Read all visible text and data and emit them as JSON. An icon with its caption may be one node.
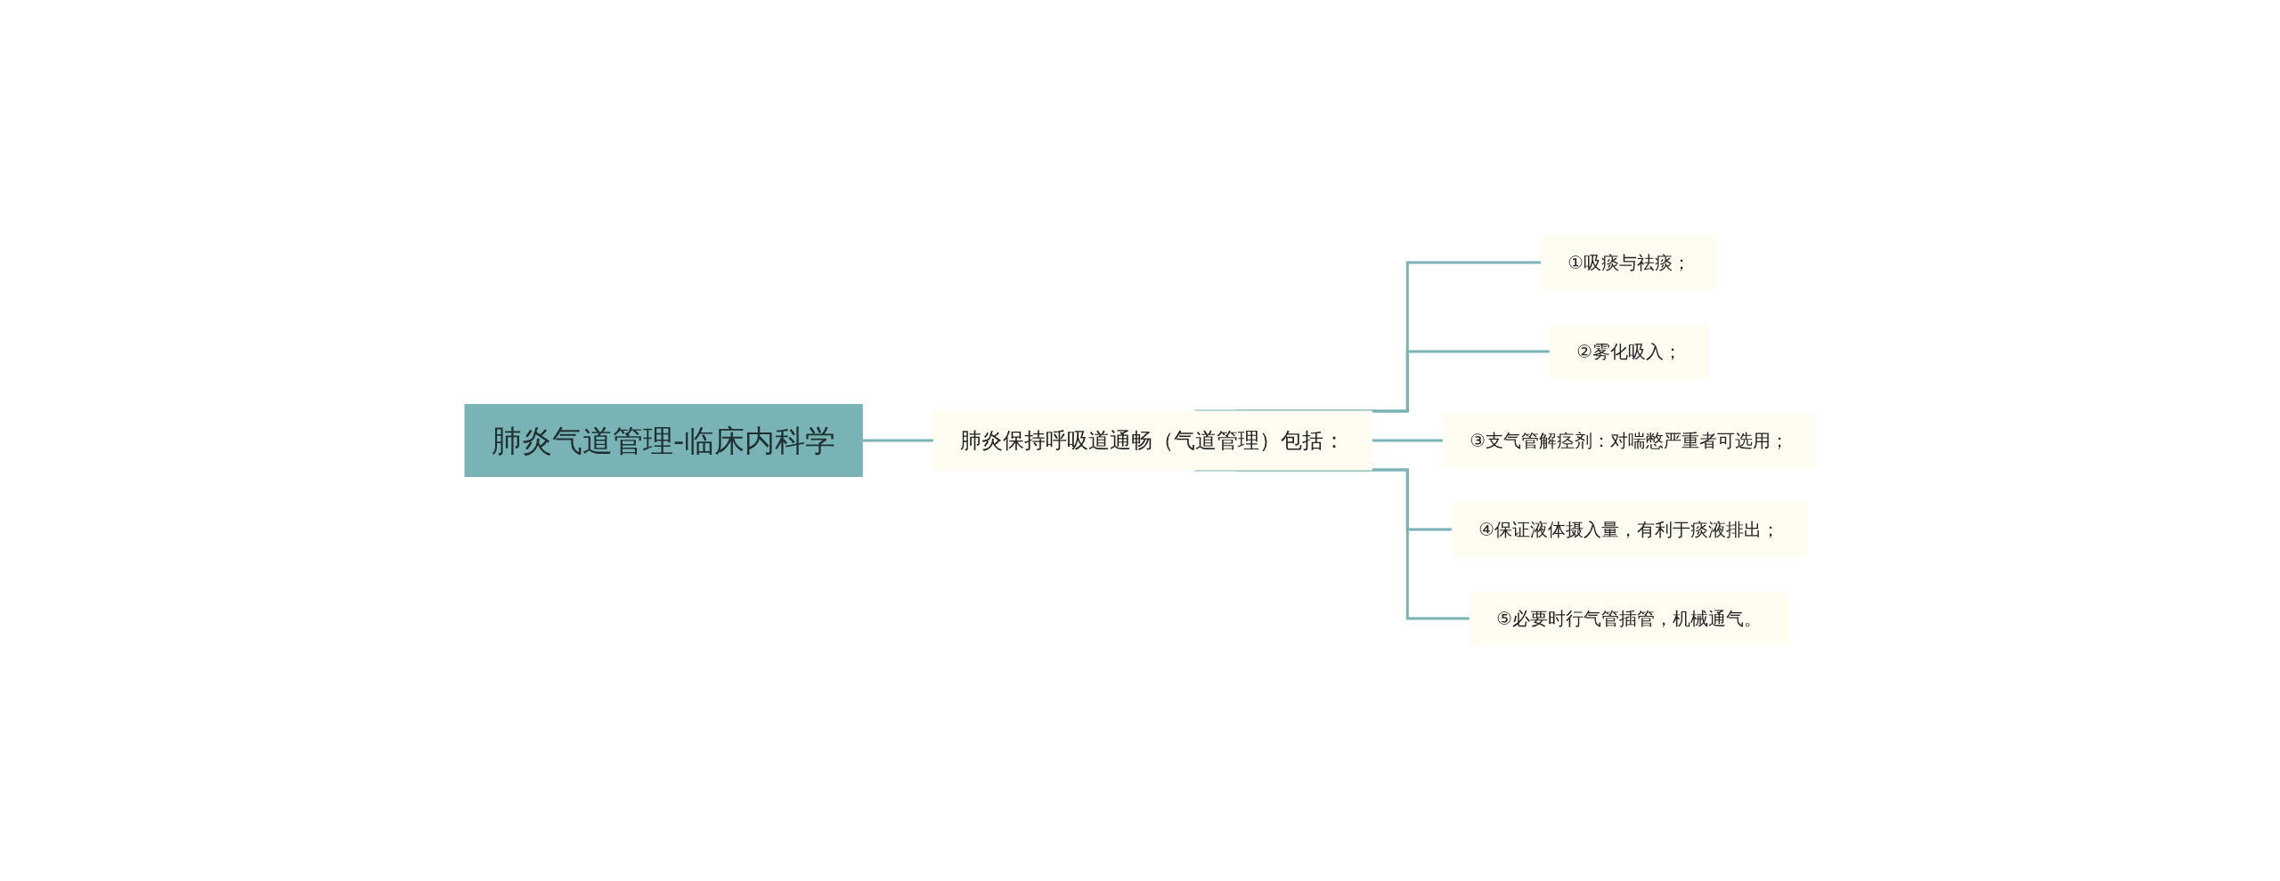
{
  "diagram": {
    "nodes": [
      {
        "text": [
          "肺炎气道管理-临床内科学"
        ]
      },
      {
        "text": [
          "肺炎保持呼吸道通畅（气道管理）包括："
        ]
      },
      {
        "text": [
          "①吸痰与祛痰；"
        ]
      },
      {
        "text": [
          "②雾化吸入；"
        ]
      },
      {
        "text": [
          "③支气管解痉剂：对喘憋严重者可选用；"
        ]
      },
      {
        "text": [
          "④保证液体摄入量，有利于痰液排出；"
        ]
      },
      {
        "text": [
          "⑤必要时行气管插管，机械通气。"
        ]
      }
    ],
    "edges": [
      {
        "from": 0,
        "to": 1,
        "arrow": "none"
      },
      {
        "from": 1,
        "to": 2,
        "arrow": "none"
      },
      {
        "from": 1,
        "to": 3,
        "arrow": "none"
      },
      {
        "from": 1,
        "to": 4,
        "arrow": "none"
      },
      {
        "from": 1,
        "to": 5,
        "arrow": "none"
      },
      {
        "from": 1,
        "to": 6,
        "arrow": "none"
      }
    ]
  }
}
